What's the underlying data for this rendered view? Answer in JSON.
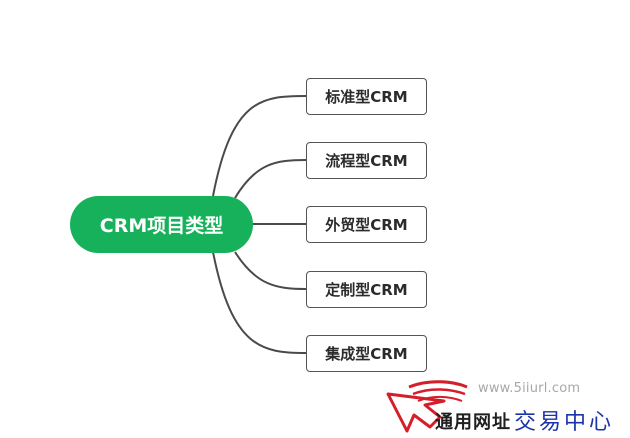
{
  "diagram": {
    "center": "CRM项目类型",
    "branches": [
      "标准型CRM",
      "流程型CRM",
      "外贸型CRM",
      "定制型CRM",
      "集成型CRM"
    ],
    "colors": {
      "center_fill": "#16b15a",
      "branch_border": "#545454",
      "connector": "#4a4a4a"
    }
  },
  "watermark": {
    "url": "www.5iiurl.com",
    "text_a": "通用网址",
    "text_b": "交易中心"
  }
}
